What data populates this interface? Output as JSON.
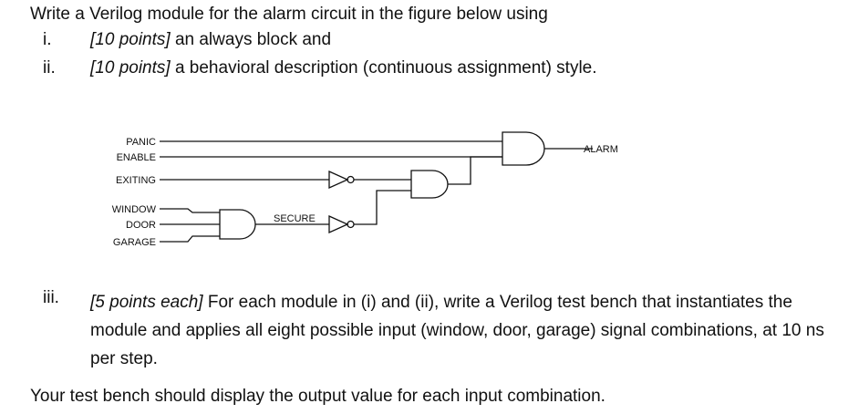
{
  "intro": "Write a Verilog module for the alarm circuit in the figure below using",
  "items": [
    {
      "num": "i.",
      "points": "[10 points]",
      "text": " an always block and"
    },
    {
      "num": "ii.",
      "points": "[10 points]",
      "text": " a behavioral description (continuous assignment) style."
    },
    {
      "num": "iii.",
      "points": "[5 points each]",
      "text": " For each module in (i) and (ii), write a Verilog test bench that instantiates the module and applies all eight possible input (window, door, garage) signal combinations, at 10 ns per step."
    }
  ],
  "closing": "Your test bench should display the output value for each input combination.",
  "diagram": {
    "inputs": [
      "PANIC",
      "ENABLE",
      "EXITING",
      "WINDOW",
      "DOOR",
      "GARAGE"
    ],
    "internal": [
      "SECURE"
    ],
    "output": "ALARM"
  }
}
